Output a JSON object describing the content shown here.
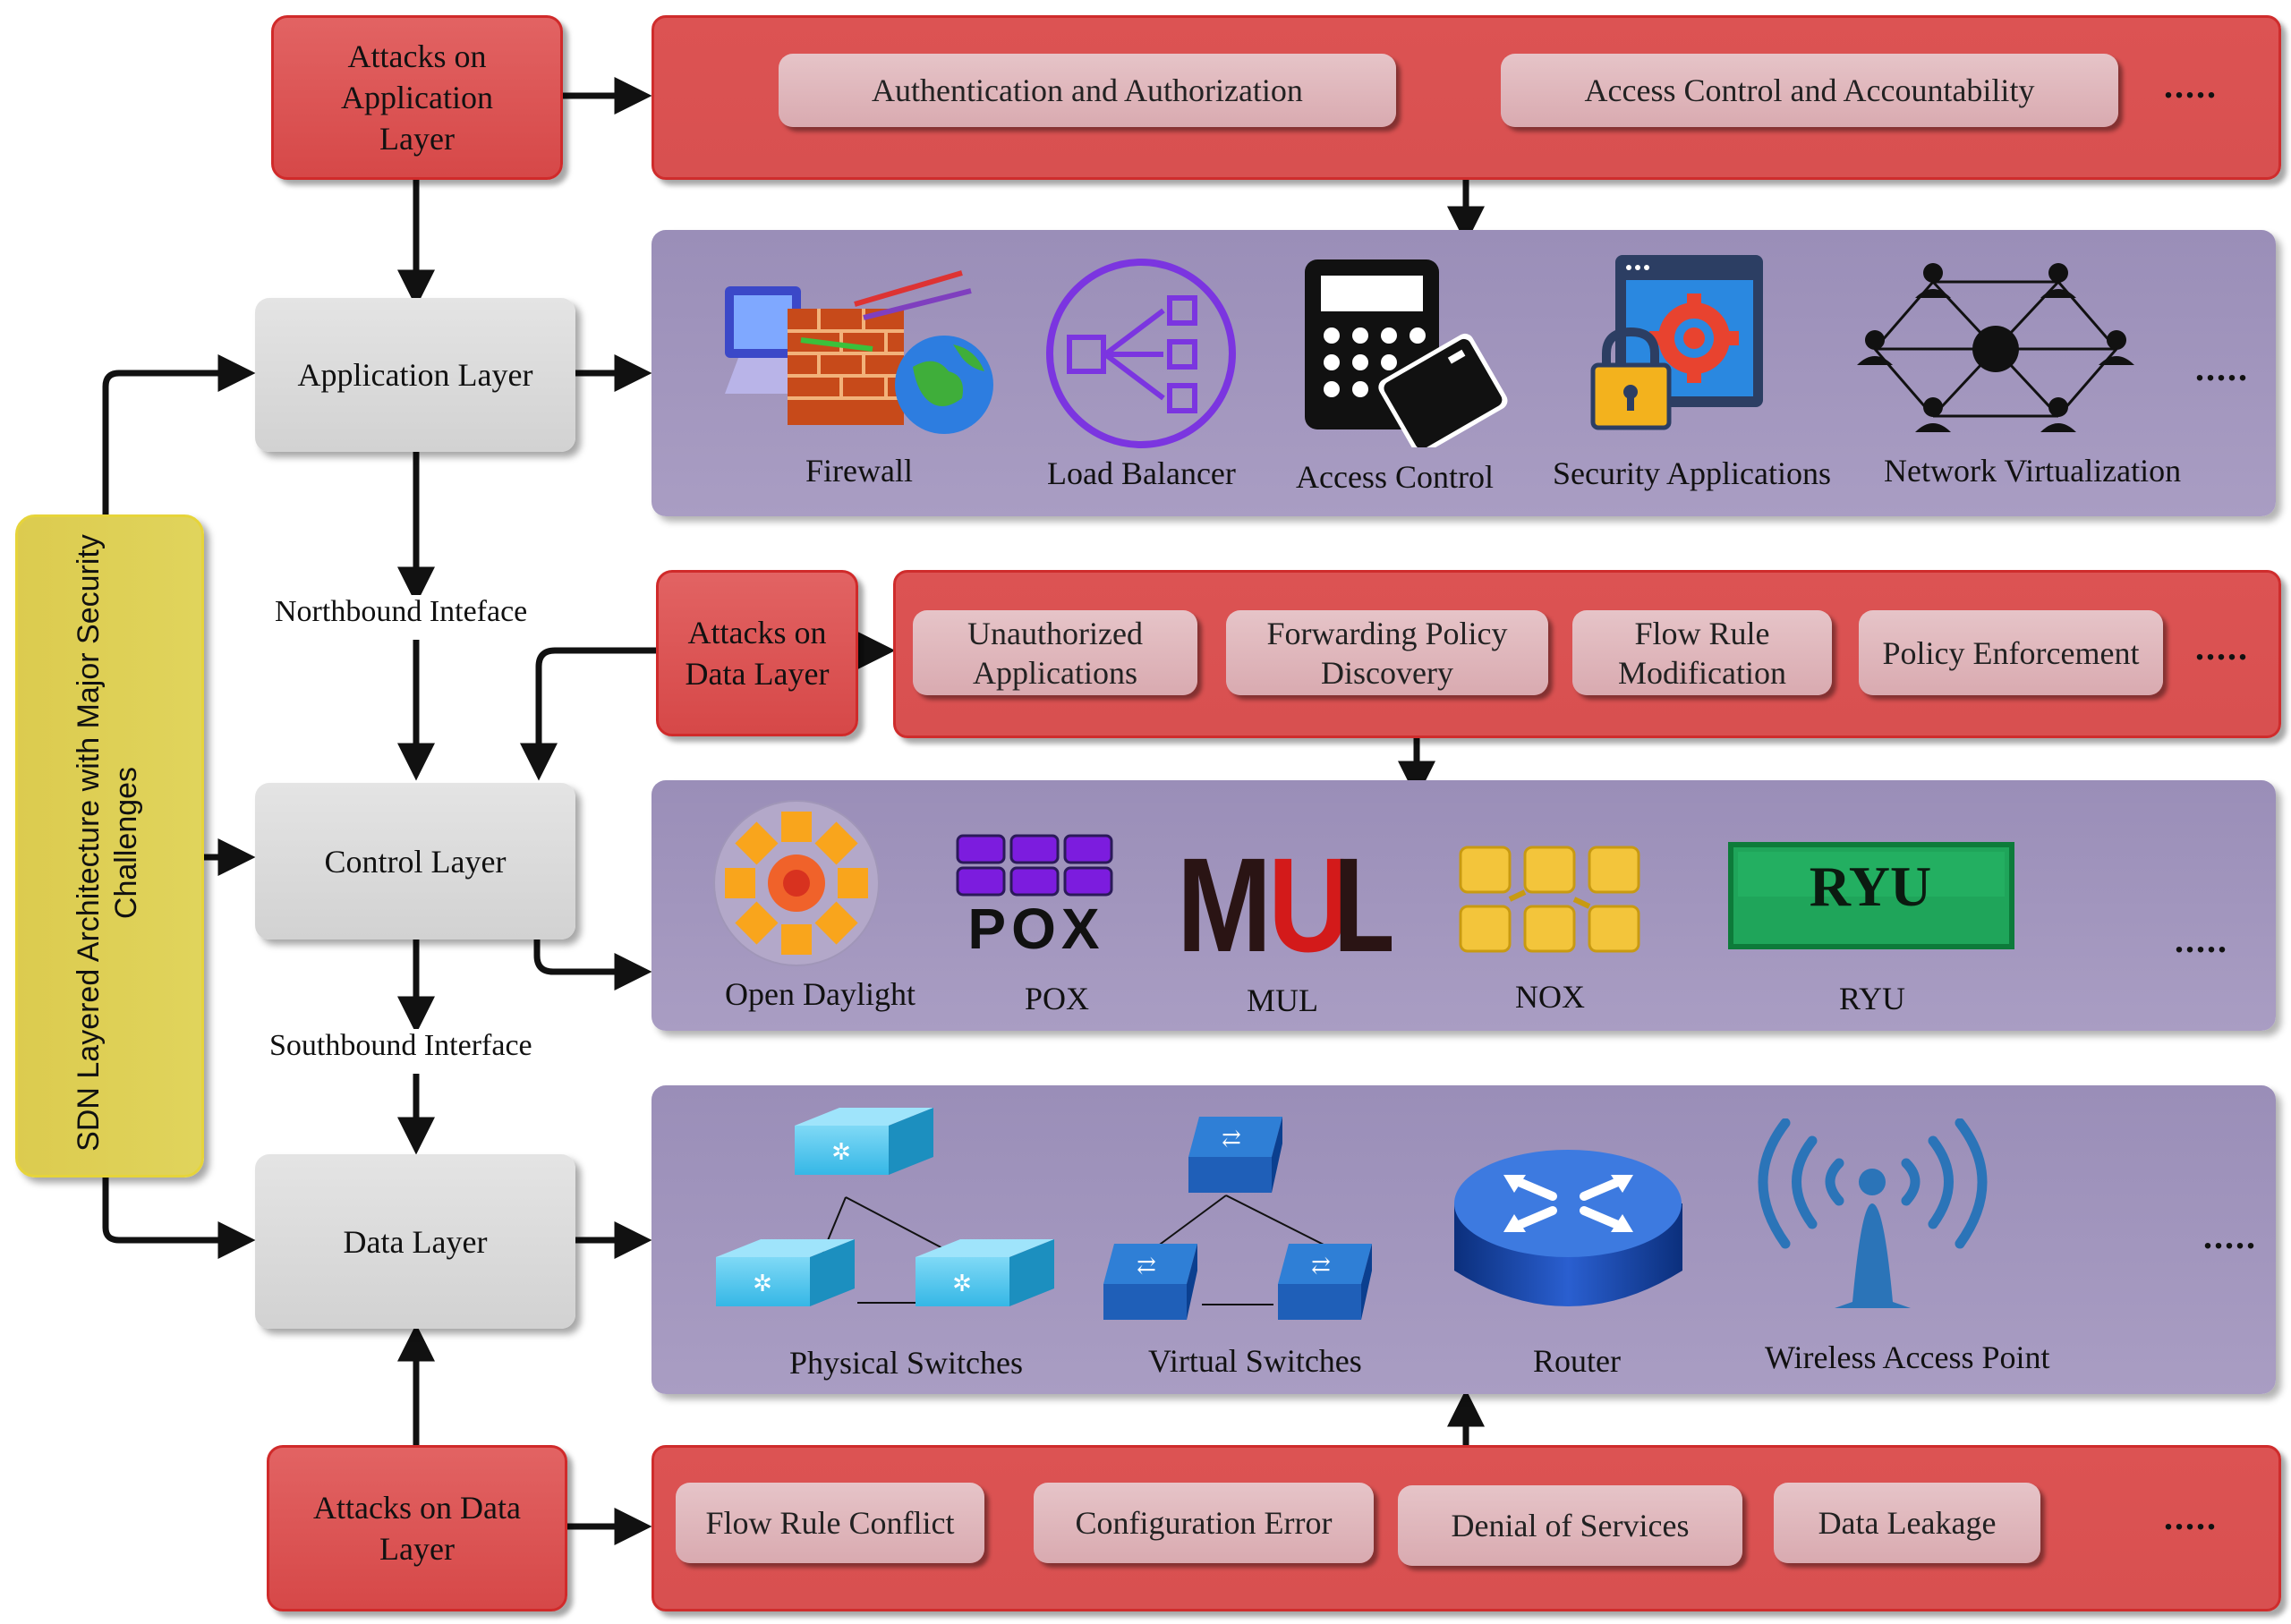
{
  "side_label": "SDN Layered Architecture with Major Security Challenges",
  "layers": {
    "application": "Application Layer",
    "control": "Control Layer",
    "data": "Data Layer"
  },
  "interfaces": {
    "northbound": "Northbound Inteface",
    "southbound": "Southbound Interface"
  },
  "attack_boxes": {
    "application": "Attacks on Application Layer",
    "data_top": "Attacks on Data Layer",
    "data_bottom": "Attacks on Data Layer"
  },
  "app_attacks": {
    "items": [
      "Authentication and Authorization",
      "Access Control and Accountability"
    ],
    "more": "....."
  },
  "control_attacks": {
    "items": [
      "Unauthorized Applications",
      "Forwarding Policy Discovery",
      "Flow Rule Modification",
      "Policy Enforcement"
    ],
    "more": "....."
  },
  "data_attacks": {
    "items": [
      "Flow Rule Conflict",
      "Configuration Error",
      "Denial of Services",
      "Data Leakage"
    ],
    "more": "....."
  },
  "applications": {
    "items": [
      "Firewall",
      "Load Balancer",
      "Access Control",
      "Security Applications",
      "Network Virtualization"
    ],
    "more": "....."
  },
  "controllers": {
    "items": [
      "Open Daylight",
      "POX",
      "MUL",
      "NOX",
      "RYU"
    ],
    "logo_text": {
      "pox": "POX",
      "mul_a": "M",
      "mul_b": "U",
      "mul_c": "L",
      "ryu": "RYU"
    },
    "more": "....."
  },
  "devices": {
    "items": [
      "Physical Switches",
      "Virtual Switches",
      "Router",
      "Wireless Access Point"
    ],
    "more": "....."
  },
  "colors": {
    "attack_red": "#d64848",
    "layer_grey": "#d8d8d8",
    "panel_purple": "#a195bf",
    "pill_pink": "#dcb0b6",
    "side_yellow": "#dccb4f"
  }
}
